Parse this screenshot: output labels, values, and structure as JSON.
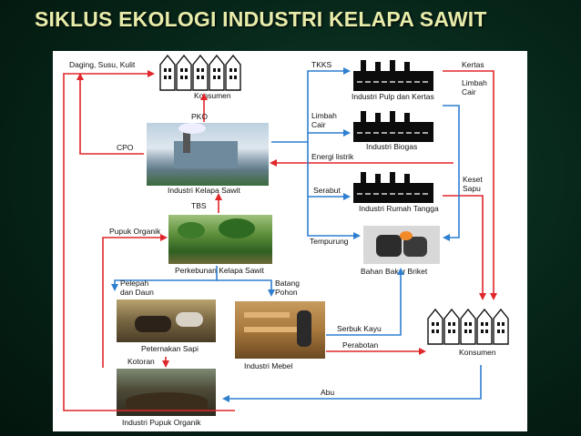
{
  "title": "SIKLUS EKOLOGI INDUSTRI KELAPA SAWIT",
  "colors": {
    "title": "#e8ecaa",
    "red_arrow": "#e0262b",
    "blue_arrow": "#2f7fd0",
    "background": "#062418"
  },
  "nodes": {
    "konsumen_top": "Konsumen",
    "kelapa_sawit": "Industri Kelapa Sawit",
    "perkebunan": "Perkebunan Kelapa Sawit",
    "peternakan": "Peternakan Sapi",
    "pupuk_organik": "Industri Pupuk Organik",
    "mebel": "Industri Mebel",
    "pulp": "Industri Pulp dan Kertas",
    "biogas": "Industri Biogas",
    "rumah_tangga": "Industri Rumah Tangga",
    "briket": "Bahan Bakar Briket",
    "konsumen_bottom": "Konsumen"
  },
  "flows": {
    "daging": "Daging, Susu, Kulit",
    "pko": "PKO",
    "cpo": "CPO",
    "tbs": "TBS",
    "pupuk": "Pupuk Organik",
    "pelepah": "Pelepah\ndan Daun",
    "batang": "Batang\nPohon",
    "kotoran": "Kotoran",
    "tkks": "TKKS",
    "limbah_cair_left": "Limbah\nCair",
    "energi": "Energi listrik",
    "serabut": "Serabut",
    "tempurung": "Tempurung",
    "kertas": "Kertas",
    "limbah_cair_right": "Limbah\nCair",
    "keset": "Keset\nSapu",
    "serbuk": "Serbuk Kayu",
    "perabotan": "Perabotan",
    "abu": "Abu"
  },
  "icons": [
    "factory-icon",
    "building-icon",
    "arrow-icon"
  ]
}
